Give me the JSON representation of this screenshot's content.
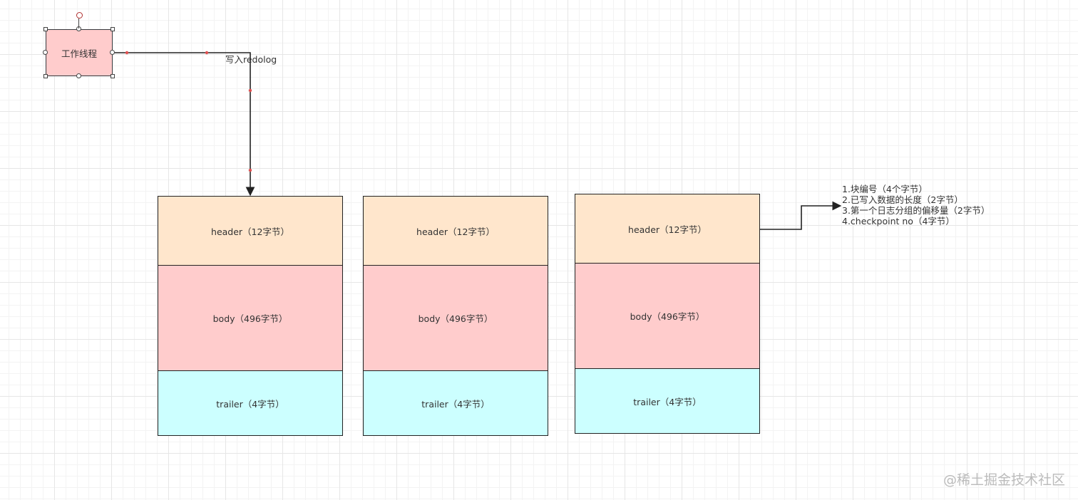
{
  "colors": {
    "worker_fill": "#ffcccc",
    "header_fill": "#ffe6cc",
    "body_fill": "#ffcccc",
    "trailer_fill": "#ccffff",
    "edge": "#222222",
    "waypoint": "#e05050",
    "grid": "#e6e6e6"
  },
  "worker": {
    "label": "工作线程"
  },
  "write_edge": {
    "label": "写入redolog"
  },
  "blocks": [
    {
      "header": "header（12字节）",
      "body": "body（496字节）",
      "trailer": "trailer（4字节）"
    },
    {
      "header": "header（12字节）",
      "body": "body（496字节）",
      "trailer": "trailer（4字节）"
    },
    {
      "header": "header（12字节）",
      "body": "body（496字节）",
      "trailer": "trailer（4字节）"
    }
  ],
  "header_notes": [
    "1.块编号（4个字节）",
    "2.已写入数据的长度（2字节）",
    "3.第一个日志分组的偏移量（2字节）",
    "4.checkpoint no（4字节）"
  ],
  "watermark": "@稀土掘金技术社区"
}
